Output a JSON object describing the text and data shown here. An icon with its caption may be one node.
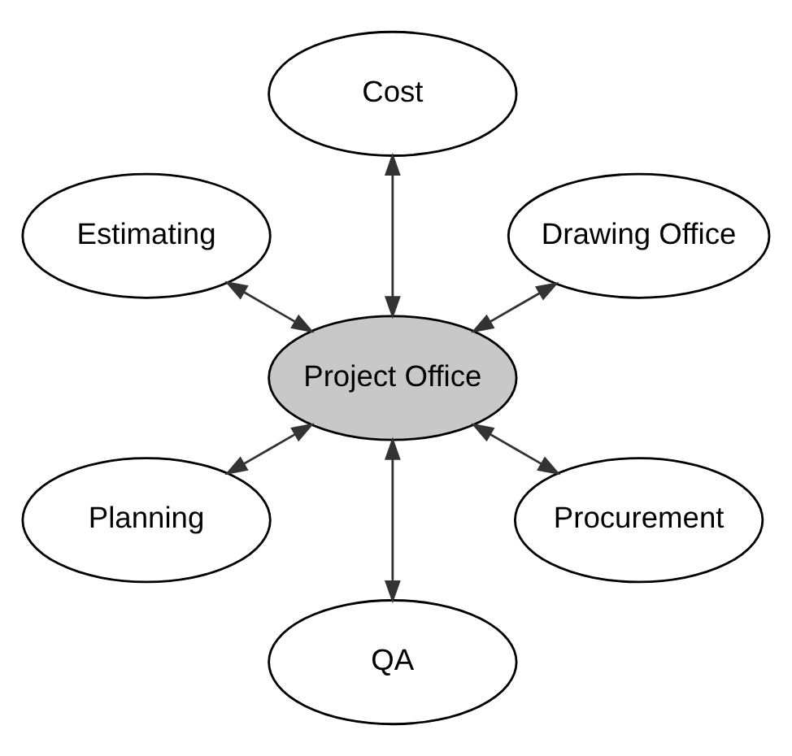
{
  "diagram": {
    "nodes": [
      {
        "text": [
          "Drawing Office"
        ]
      },
      {
        "text": [
          "Cost"
        ]
      },
      {
        "text": [
          "Estimating"
        ]
      },
      {
        "text": [
          "Project Office"
        ]
      },
      {
        "text": [
          "Planning"
        ]
      },
      {
        "text": [
          "QA"
        ]
      },
      {
        "text": [
          "Procurement"
        ]
      }
    ],
    "edges": [
      {
        "from": 3,
        "to": 0,
        "arrow": "both"
      },
      {
        "from": 3,
        "to": 1,
        "arrow": "both"
      },
      {
        "from": 3,
        "to": 2,
        "arrow": "both"
      },
      {
        "from": 3,
        "to": 4,
        "arrow": "both"
      },
      {
        "from": 3,
        "to": 5,
        "arrow": "both"
      },
      {
        "from": 3,
        "to": 6,
        "arrow": "both"
      }
    ]
  }
}
